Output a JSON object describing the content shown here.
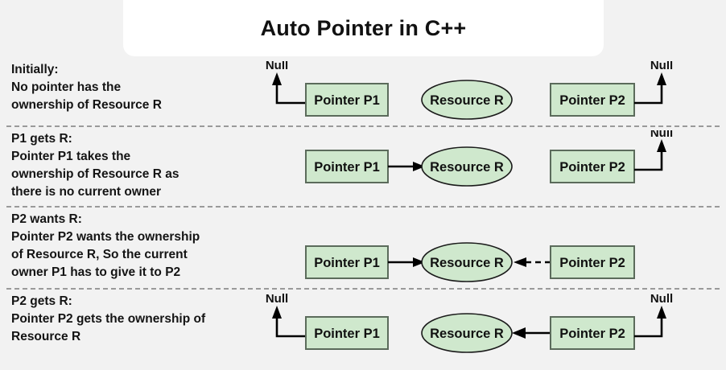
{
  "header": {
    "title": "Auto Pointer in C++"
  },
  "colors": {
    "background": "#f2f2f2",
    "title_card": "#ffffff",
    "node_fill": "#cfe8cd",
    "box_border": "#5b6b5b",
    "ellipse_border": "#1a1a1a",
    "connector": "#000000",
    "separator": "#9a9a9a",
    "text": "#141414"
  },
  "labels": {
    "pointer_p1": "Pointer P1",
    "pointer_p2": "Pointer P2",
    "resource_r": "Resource R",
    "null": "Null"
  },
  "steps": [
    {
      "id": "initially",
      "heading": "Initially:",
      "body_lines": [
        "No pointer has the",
        "ownership of Resource R"
      ],
      "p1_target": "Null",
      "p2_target": "Null",
      "p1_arrow_style": "solid",
      "p2_arrow_style": "solid",
      "resource_owner": "none"
    },
    {
      "id": "p1-gets-r",
      "heading": "P1 gets R:",
      "body_lines": [
        "Pointer P1 takes the",
        "ownership of Resource R as",
        "there is no current owner"
      ],
      "p1_target": "Resource R",
      "p2_target": "Null",
      "p1_arrow_style": "solid",
      "p2_arrow_style": "solid",
      "resource_owner": "P1"
    },
    {
      "id": "p2-wants-r",
      "heading": "P2 wants R:",
      "body_lines": [
        "Pointer P2 wants the ownership",
        "of Resource R, So the current",
        "owner P1 has to give it to P2"
      ],
      "p1_target": "Resource R",
      "p2_target": "Resource R",
      "p1_arrow_style": "solid",
      "p2_arrow_style": "dashed",
      "resource_owner": "P1"
    },
    {
      "id": "p2-gets-r",
      "heading": "P2 gets R:",
      "body_lines": [
        "Pointer P2 gets the ownership of",
        "Resource R"
      ],
      "p1_target": "Null",
      "p2_target": "Resource R",
      "p1_arrow_style": "solid",
      "p2_arrow_style": "solid",
      "resource_owner": "P2"
    }
  ]
}
